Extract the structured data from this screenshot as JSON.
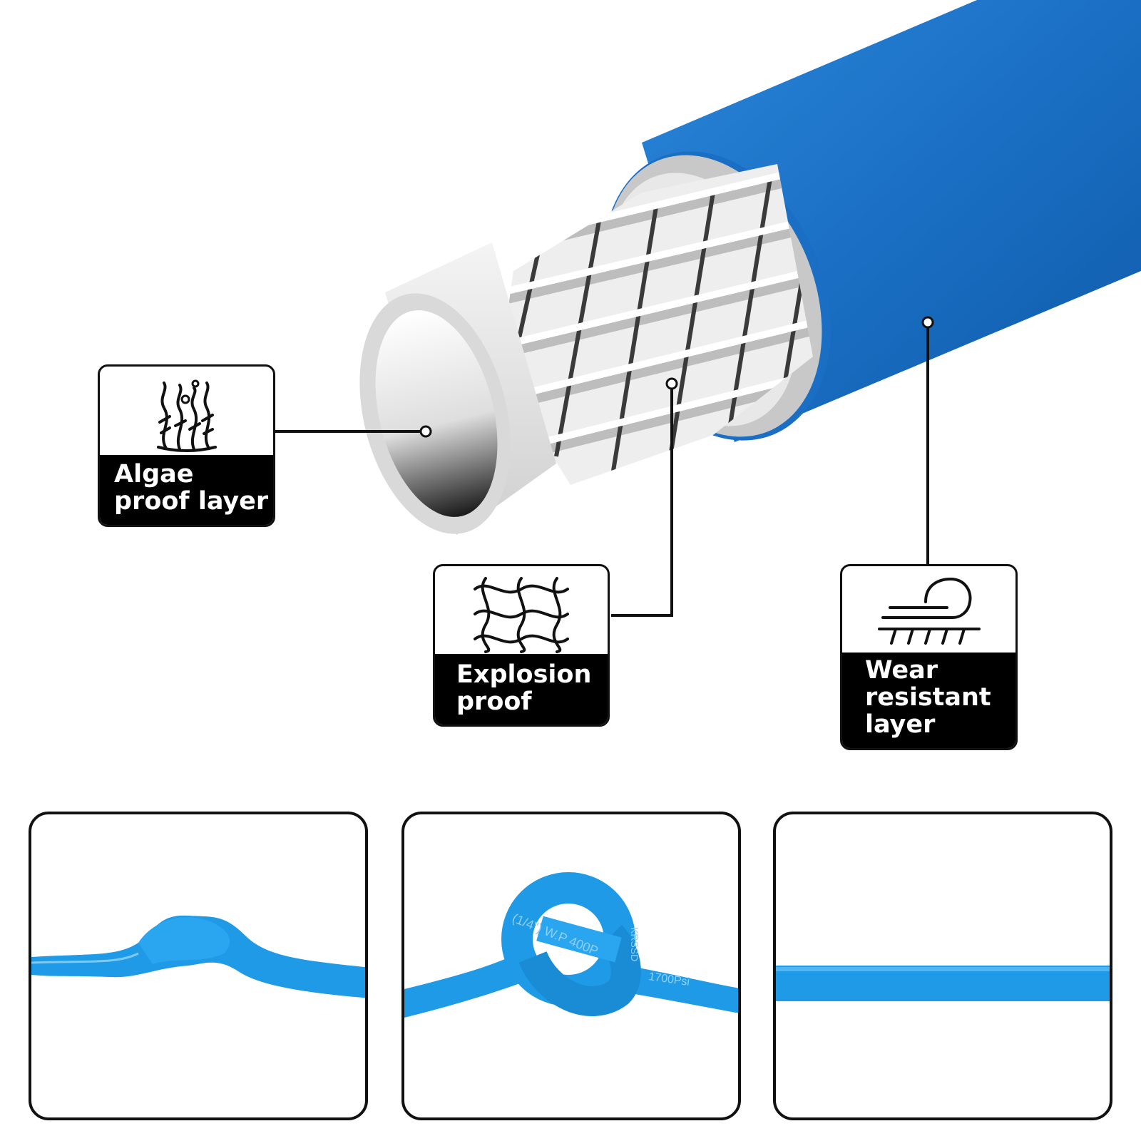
{
  "colors": {
    "hose_outer_blue": "#1a6fc4",
    "hose_photo_blue": "#1e9ae6",
    "inner_layer_grey": "#d6d6d6",
    "label_bg": "#000000",
    "label_text": "#ffffff"
  },
  "features": [
    {
      "icon": "algae-icon",
      "label_lines": [
        "Algae",
        "proof layer"
      ]
    },
    {
      "icon": "mesh-net-icon",
      "label_lines": [
        "Explosion",
        "proof"
      ]
    },
    {
      "icon": "wear-resistance-icon",
      "label_lines": [
        "Wear",
        "resistant",
        "layer"
      ]
    }
  ],
  "photos": [
    {
      "name": "twisted-hose-photo"
    },
    {
      "name": "knotted-hose-photo",
      "hose_print": "(1/4\") W.P 400P",
      "hose_print_2": "1700Psi",
      "hose_brand": "KRSSD"
    },
    {
      "name": "straight-hose-photo"
    }
  ]
}
